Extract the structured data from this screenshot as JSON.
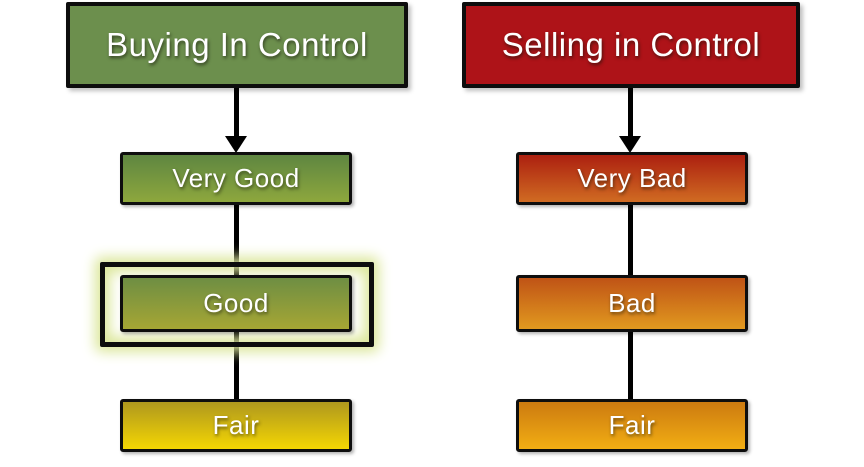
{
  "diagram": {
    "background": "#FFFFFF",
    "line_color": "#000000",
    "border_color": "#0D0D0D",
    "columns": [
      {
        "id": "buying",
        "header": {
          "label": "Buying In Control",
          "bg": "#6C8F4D"
        },
        "arrow_icon": "arrow-down-icon",
        "levels": [
          {
            "label": "Very Good",
            "grad_top": "#5E8641",
            "grad_bottom": "#8DA73D",
            "highlighted": false
          },
          {
            "label": "Good",
            "grad_top": "#6E8E43",
            "grad_bottom": "#A6A634",
            "highlighted": true
          },
          {
            "label": "Fair",
            "grad_top": "#AF981E",
            "grad_bottom": "#F4D603",
            "highlighted": false
          }
        ],
        "highlight_glow_color": "#DCE79B"
      },
      {
        "id": "selling",
        "header": {
          "label": "Selling in Control",
          "bg": "#AE1318"
        },
        "arrow_icon": "arrow-down-icon",
        "levels": [
          {
            "label": "Very Bad",
            "grad_top": "#AC2010",
            "grad_bottom": "#D06B22",
            "highlighted": false
          },
          {
            "label": "Bad",
            "grad_top": "#BF5316",
            "grad_bottom": "#E1991F",
            "highlighted": false
          },
          {
            "label": "Fair",
            "grad_top": "#CC7A10",
            "grad_bottom": "#F2AE13",
            "highlighted": false
          }
        ]
      }
    ]
  }
}
